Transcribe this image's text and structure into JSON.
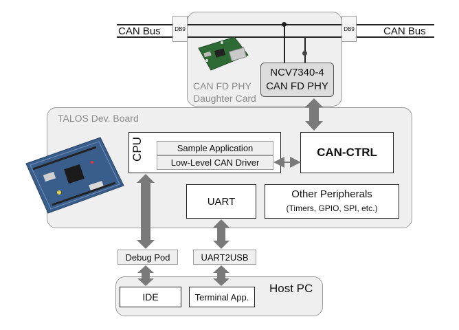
{
  "can_bus": {
    "left_label": "CAN Bus",
    "right_label": "CAN Bus",
    "left_connector": "DB9",
    "right_connector": "DB9"
  },
  "daughter_card": {
    "label_line1": "CAN FD PHY",
    "label_line2": "Daughter Card"
  },
  "phy": {
    "line1": "NCV7340-4",
    "line2": "CAN FD PHY"
  },
  "board": {
    "label": "TALOS Dev. Board"
  },
  "cpu": {
    "label": "CPU",
    "app": "Sample Application",
    "driver": "Low-Level CAN Driver"
  },
  "can_ctrl": {
    "label": "CAN-CTRL"
  },
  "uart": {
    "label": "UART"
  },
  "peripherals": {
    "line1": "Other Peripherals",
    "line2": "(Timers, GPIO, SPI, etc.)"
  },
  "debug_pod": {
    "label": "Debug Pod"
  },
  "uart2usb": {
    "label": "UART2USB"
  },
  "host_pc": {
    "label": "Host PC",
    "ide": "IDE",
    "terminal": "Terminal App."
  },
  "colors": {
    "panel": "#efefef",
    "panel_border": "#9a9a9a",
    "arrow": "#7a7a7a",
    "line": "#222222"
  }
}
